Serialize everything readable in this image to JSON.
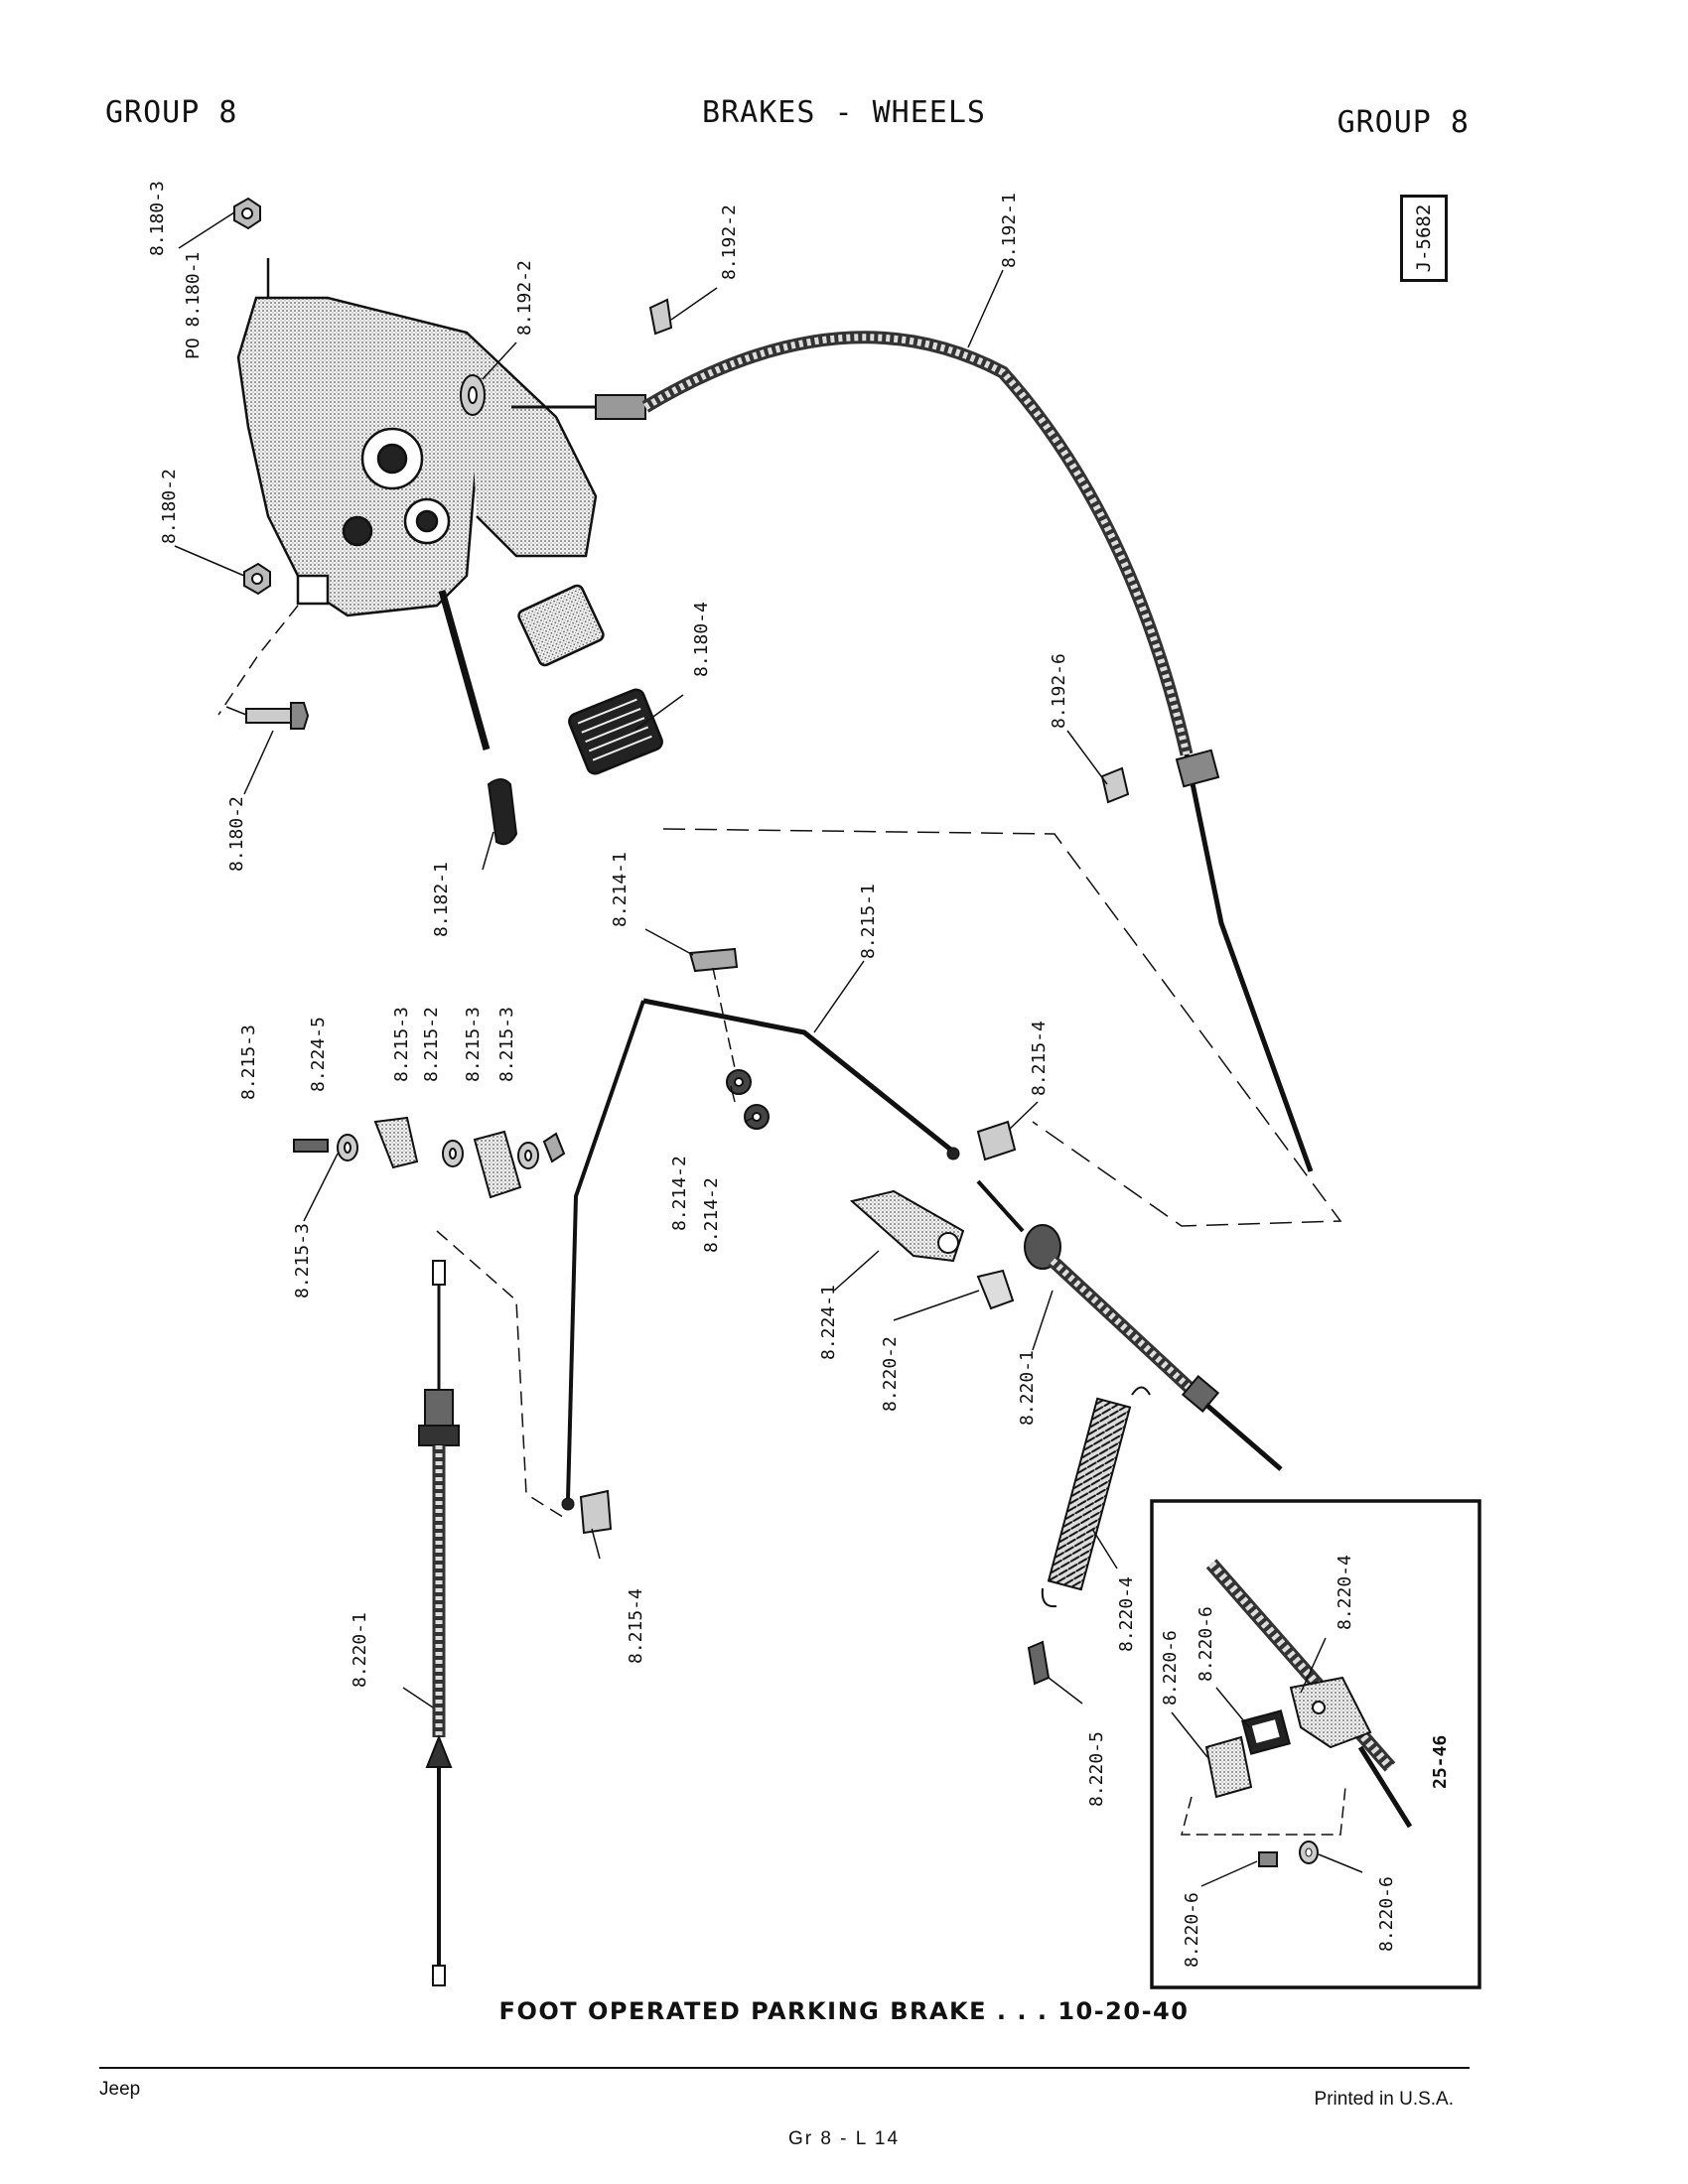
{
  "header": {
    "left": "GROUP 8",
    "center": "BRAKES - WHEELS",
    "right": "GROUP 8"
  },
  "plate_id": "J-5682",
  "labels": {
    "l_180_3": "8.180-3",
    "l_po_180_1": "PO 8.180-1",
    "l_180_2a": "8.180-2",
    "l_180_2b": "8.180-2",
    "l_180_4": "8.180-4",
    "l_182_1": "8.182-1",
    "l_192_2a": "8.192-2",
    "l_192_2b": "8.192-2",
    "l_192_1": "8.192-1",
    "l_192_6": "8.192-6",
    "l_214_1": "8.214-1",
    "l_214_2a": "8.214-2",
    "l_214_2b": "8.214-2",
    "l_215_1": "8.215-1",
    "l_215_3a": "8.215-3",
    "l_224_5": "8.224-5",
    "l_215_3b": "8.215-3",
    "l_215_2": "8.215-2",
    "l_215_3c": "8.215-3",
    "l_215_3d": "8.215-3",
    "l_215_3e": "8.215-3",
    "l_215_4a": "8.215-4",
    "l_215_4b": "8.215-4",
    "l_224_1": "8.224-1",
    "l_220_2": "8.220-2",
    "l_220_1a": "8.220-1",
    "l_220_1b": "8.220-1",
    "l_220_4a": "8.220-4",
    "l_220_5": "8.220-5",
    "l_220_6a": "8.220-6",
    "l_220_6b": "8.220-6",
    "l_220_4b": "8.220-4",
    "l_220_6c": "8.220-6",
    "l_220_6d": "8.220-6",
    "l_inset_code": "25-46"
  },
  "caption": "FOOT OPERATED PARKING BRAKE . . . 10-20-40",
  "footer": {
    "left": "Jeep",
    "center": "Gr 8 - L 14",
    "right": "Printed in U.S.A."
  }
}
